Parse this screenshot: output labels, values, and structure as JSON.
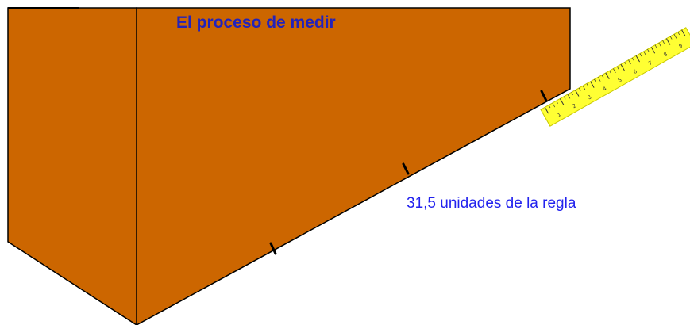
{
  "title": "El proceso de medir",
  "measurement_label": "31,5 unidades de la regla",
  "ruler": {
    "tick_numbers": [
      "1",
      "2",
      "3",
      "4",
      "5",
      "6",
      "7",
      "8",
      "9"
    ]
  },
  "colors": {
    "box_fill": "#CC6600",
    "box_outline": "#000000",
    "ruler_fill": "#FFFF33",
    "ruler_marks": "#333333",
    "title_text": "#2222BB",
    "label_text": "#2222EE",
    "background": "#FFFFFF"
  }
}
